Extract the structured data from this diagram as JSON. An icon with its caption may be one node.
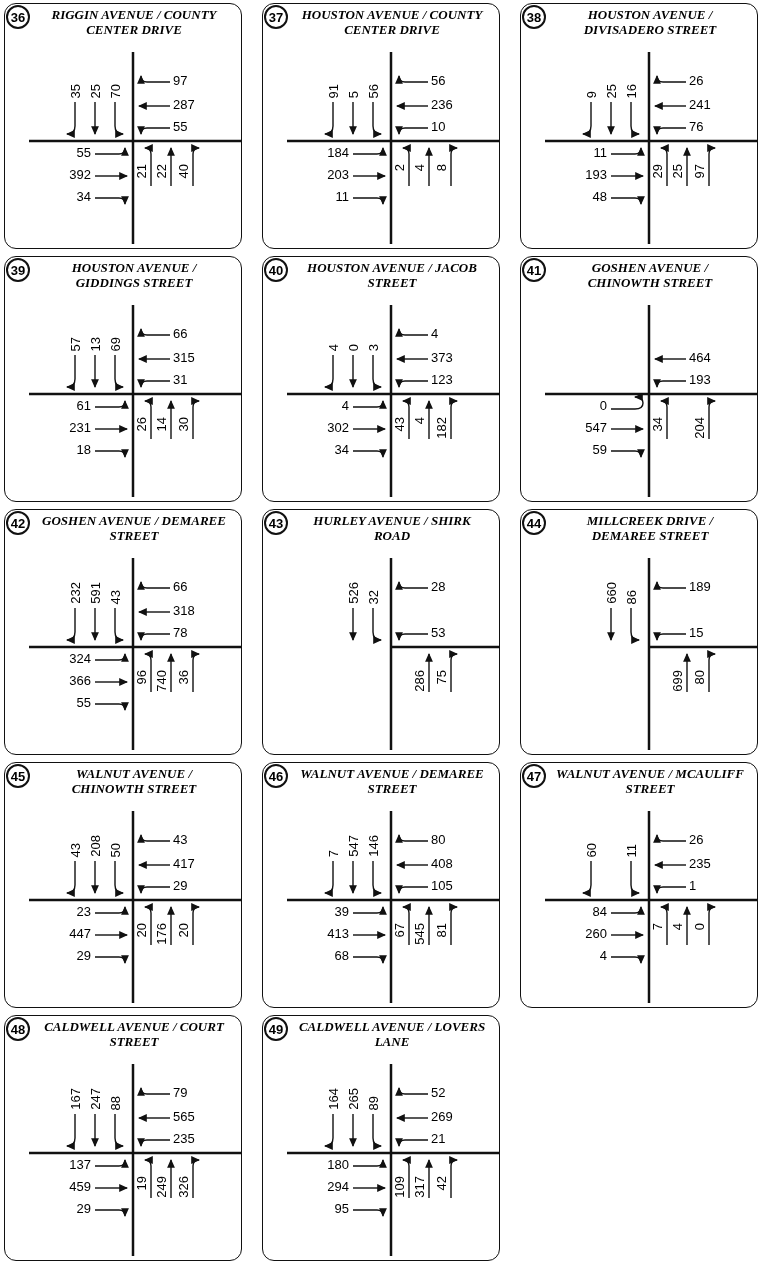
{
  "diagram": {
    "nodes": [
      {
        "text": [
          "RIGGIN AVENUE / COUNTY CENTER DRIVE",
          "35",
          "25",
          "70",
          "97",
          "287",
          "55",
          "55",
          "392",
          "34",
          "21",
          "22",
          "40"
        ]
      },
      {
        "text": [
          "36"
        ],
        "in": 0
      },
      {
        "text": [
          "HOUSTON AVENUE / COUNTY CENTER DRIVE",
          "91",
          "5",
          "56",
          "56",
          "236",
          "10",
          "184",
          "203",
          "11",
          "2",
          "4",
          "8"
        ]
      },
      {
        "text": [
          "37"
        ],
        "in": 2
      },
      {
        "text": [
          "HOUSTON AVENUE / DIVISADERO STREET",
          "9",
          "25",
          "16",
          "26",
          "241",
          "76",
          "11",
          "193",
          "48",
          "29",
          "25",
          "97"
        ]
      },
      {
        "text": [
          "38"
        ],
        "in": 4
      },
      {
        "text": [
          "HOUSTON AVENUE / GIDDINGS STREET",
          "57",
          "13",
          "69",
          "66",
          "315",
          "31",
          "61",
          "231",
          "18",
          "26",
          "14",
          "30"
        ]
      },
      {
        "text": [
          "39"
        ],
        "in": 6
      },
      {
        "text": [
          "HOUSTON AVENUE / JACOB STREET",
          "4",
          "0",
          "3",
          "4",
          "373",
          "123",
          "4",
          "302",
          "34",
          "43",
          "4",
          "182"
        ]
      },
      {
        "text": [
          "40"
        ],
        "in": 8
      },
      {
        "text": [
          "GOSHEN AVENUE / CHINOWTH STREET",
          "464",
          "193",
          "0",
          "547",
          "59",
          "34",
          "204"
        ]
      },
      {
        "text": [
          "41"
        ],
        "in": 10
      },
      {
        "text": [
          "GOSHEN AVENUE / DEMAREE STREET",
          "232",
          "591",
          "43",
          "66",
          "318",
          "78",
          "324",
          "366",
          "55",
          "96",
          "740",
          "36"
        ]
      },
      {
        "text": [
          "42"
        ],
        "in": 12
      },
      {
        "text": [
          "HURLEY AVENUE / SHIRK ROAD",
          "526",
          "32",
          "28",
          "53",
          "286",
          "75"
        ]
      },
      {
        "text": [
          "43"
        ],
        "in": 14
      },
      {
        "text": [
          "MILLCREEK DRIVE / DEMAREE STREET",
          "660",
          "86",
          "189",
          "15",
          "699",
          "80"
        ]
      },
      {
        "text": [
          "44"
        ],
        "in": 16
      },
      {
        "text": [
          "WALNUT AVENUE / CHINOWTH STREET",
          "43",
          "208",
          "50",
          "43",
          "417",
          "29",
          "23",
          "447",
          "29",
          "20",
          "176",
          "20"
        ]
      },
      {
        "text": [
          "45"
        ],
        "in": 18
      },
      {
        "text": [
          "WALNUT AVENUE / DEMAREE STREET",
          "7",
          "547",
          "146",
          "80",
          "408",
          "105",
          "39",
          "413",
          "68",
          "67",
          "545",
          "81"
        ]
      },
      {
        "text": [
          "46"
        ],
        "in": 20
      },
      {
        "text": [
          "WALNUT AVENUE / MCAULIFF STREET",
          "60",
          "11",
          "26",
          "235",
          "1",
          "84",
          "260",
          "4",
          "7",
          "4",
          "0"
        ]
      },
      {
        "text": [
          "47"
        ],
        "in": 22
      },
      {
        "text": [
          "CALDWELL AVENUE / COURT STREET",
          "167",
          "247",
          "88",
          "79",
          "565",
          "235",
          "137",
          "459",
          "29",
          "19",
          "249",
          "326"
        ]
      },
      {
        "text": [
          "48"
        ],
        "in": 24
      },
      {
        "text": [
          "CALDWELL AVENUE / LOVERS LANE",
          "164",
          "265",
          "89",
          "52",
          "269",
          "21",
          "180",
          "294",
          "95",
          "109",
          "317",
          "42"
        ]
      },
      {
        "text": [
          "49"
        ],
        "in": 26
      }
    ]
  }
}
